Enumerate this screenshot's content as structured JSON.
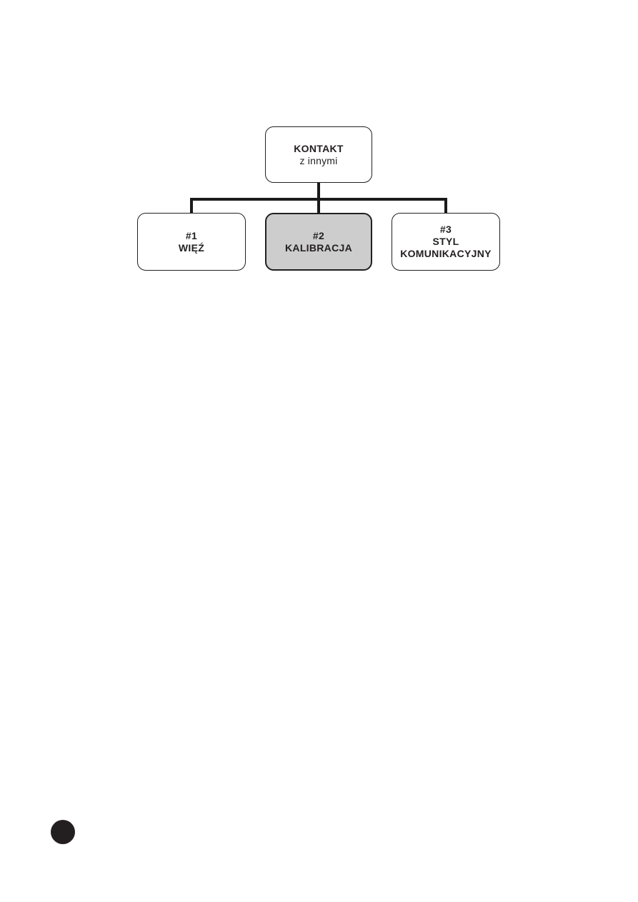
{
  "diagram": {
    "root": {
      "title": "KONTAKT",
      "subtitle": "z innymi"
    },
    "children": [
      {
        "number": "#1",
        "line1": "WIĘŹ",
        "highlighted": false
      },
      {
        "number": "#2",
        "line1": "KALIBRACJA",
        "highlighted": true
      },
      {
        "number": "#3",
        "line1": "STYL",
        "line2": "KOMUNIKACYJNY",
        "highlighted": false
      }
    ],
    "colors": {
      "border": "#231f20",
      "connector": "#1a1a1a",
      "text": "#231f20",
      "fill_default": "#ffffff",
      "fill_highlight": "#cdcdcd"
    }
  },
  "page": {
    "background": "#ffffff",
    "footer_marker_color": "#231f20"
  }
}
